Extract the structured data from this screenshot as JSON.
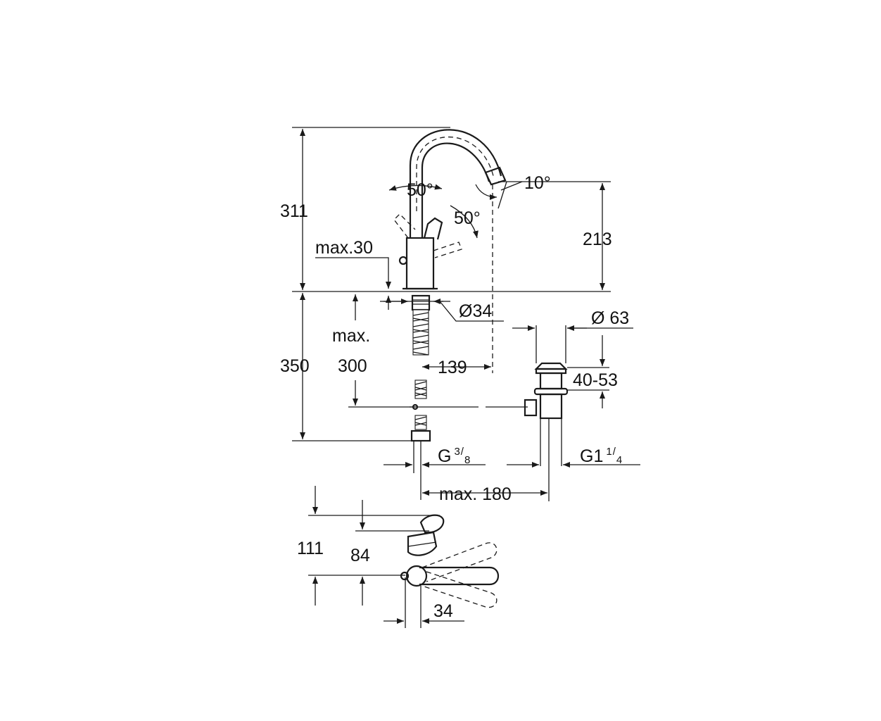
{
  "drawing": {
    "dimensions": {
      "height_total": "311",
      "angle_lever_left": "50°",
      "angle_lever_right": "50°",
      "angle_spout": "10°",
      "height_spout": "213",
      "max_thickness": "max.30",
      "diameter_base": "Ø34",
      "below_counter_max": "max.",
      "below_counter_300": "300",
      "hose_length": "350",
      "reach": "139",
      "diameter_waste": "Ø 63",
      "waste_range": "40-53",
      "connection_g_prefix": "G",
      "connection_g_num": "3",
      "connection_g_den": "8",
      "waste_thread_prefix": "G1",
      "waste_thread_num": "1",
      "waste_thread_den": "4",
      "pull_rod_max": "max. 180",
      "plan_111": "111",
      "plan_84": "84",
      "plan_34": "34"
    },
    "colors": {
      "line": "#1a1a1a",
      "background": "#ffffff"
    }
  }
}
